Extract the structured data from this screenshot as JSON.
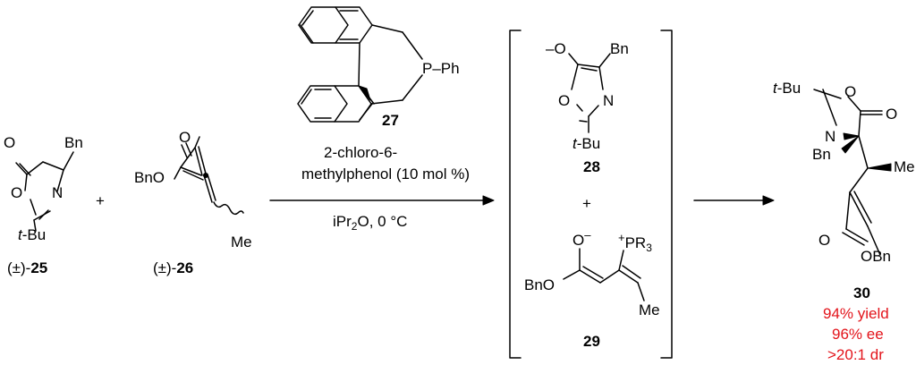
{
  "colors": {
    "result_text": "#e3141b",
    "line": "#000000"
  },
  "left": {
    "c25": {
      "ketone_o": "O",
      "ring_o": "O",
      "ring_n": "N",
      "substituent": "Bn",
      "tbu": "t-Bu",
      "label_prefix": "(±)-",
      "label_num": "25"
    },
    "plus": "+",
    "c26": {
      "ester": "BnO",
      "carbonyl_o": "O",
      "methyl": "Me",
      "label_prefix": "(±)-",
      "label_num": "26"
    }
  },
  "catalyst": {
    "p_label": "P–Ph",
    "num": "27"
  },
  "conditions": {
    "additive_line1": "2-chloro-6-",
    "additive_line2": "methylphenol (10 mol %)",
    "solvent_pre": "iPr",
    "solvent_sub": "2",
    "solvent_post": "O, 0 °C"
  },
  "intermediates": {
    "c28": {
      "enolate": "–O",
      "substituent": "Bn",
      "ring_o": "O",
      "ring_n": "N",
      "tbu": "t-Bu",
      "num": "28"
    },
    "plus": "+",
    "c29": {
      "enolate_o": "O",
      "charge_minus": "–",
      "phosphonium": "PR",
      "phosphonium_sub": "3",
      "charge_plus": "+",
      "ester": "BnO",
      "methyl": "Me",
      "num": "29"
    }
  },
  "product": {
    "tbu": "t-Bu",
    "ring_o": "O",
    "ketone_o": "O",
    "ring_n": "N",
    "substituent": "Bn",
    "methyl": "Me",
    "carbonyl_o": "O",
    "ester": "OBn",
    "num": "30",
    "results": [
      "94% yield",
      "96% ee",
      ">20:1 dr"
    ]
  }
}
